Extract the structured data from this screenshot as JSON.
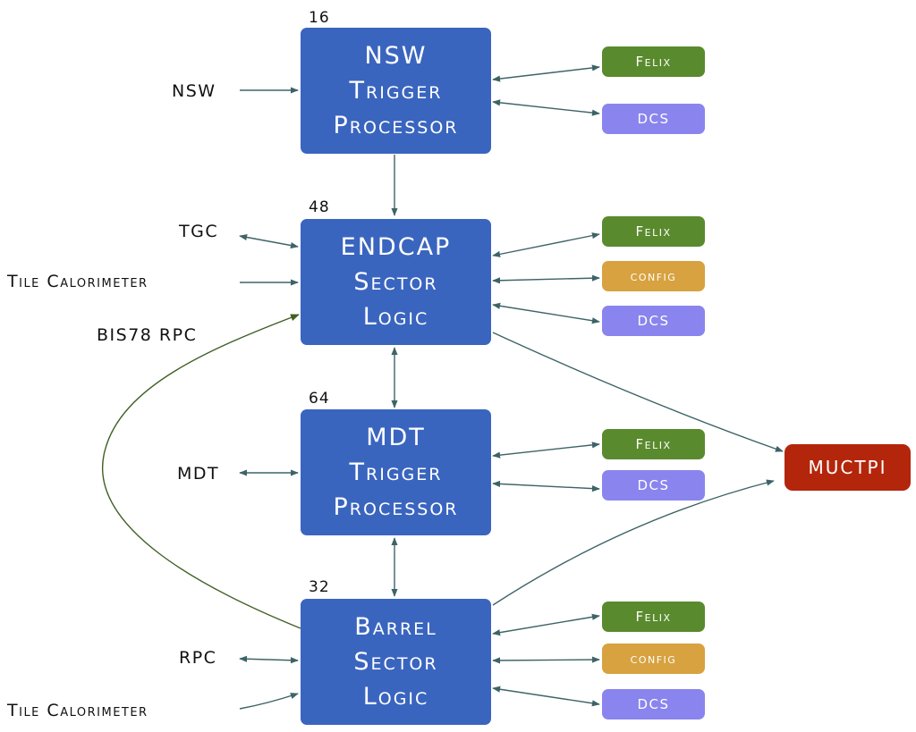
{
  "colors": {
    "box": "#3a65bf",
    "felix": "#5a8a2e",
    "config": "#d7a23f",
    "dcs": "#8a84ee",
    "muctpi": "#b3260b",
    "arrow": "#3e6366",
    "bis78_arrow": "#3f5f24"
  },
  "blocks": {
    "nsw_trigger_processor": {
      "count": "16",
      "lines": [
        "NSW",
        "Trigger",
        "Processor"
      ]
    },
    "endcap_sector_logic": {
      "count": "48",
      "lines": [
        "ENDCAP",
        "Sector",
        "Logic"
      ]
    },
    "mdt_trigger_processor": {
      "count": "64",
      "lines": [
        "MDT",
        "Trigger",
        "Processor"
      ]
    },
    "barrel_sector_logic": {
      "count": "32",
      "lines": [
        "Barrel",
        "Sector",
        "Logic"
      ]
    }
  },
  "services": {
    "felix": "Felix",
    "config": "config",
    "dcs": "DCS"
  },
  "muctpi": "MUCTPI",
  "inputs": {
    "nsw": "NSW",
    "tgc": "TGC",
    "tile_calorimeter": "Tile Calorimeter",
    "bis78_rpc": "BIS78 RPC",
    "mdt": "MDT",
    "rpc": "RPC"
  }
}
